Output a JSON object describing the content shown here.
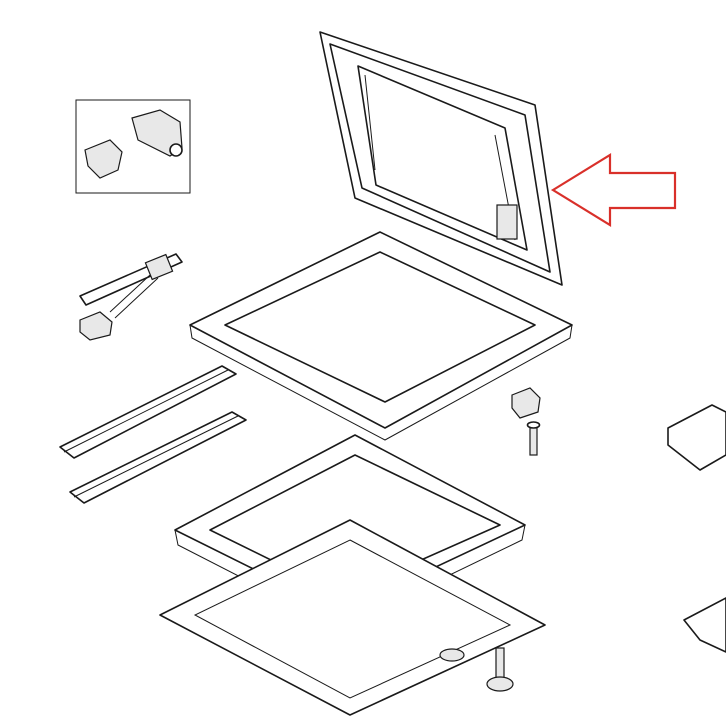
{
  "diagram": {
    "type": "exploded-parts-drawing",
    "highlight_arrow": {
      "color": "#d9302a",
      "direction": "left",
      "points_to": "lid-frame"
    }
  }
}
